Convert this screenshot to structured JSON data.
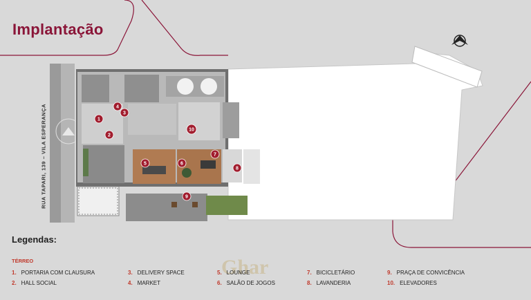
{
  "title": "Implantação",
  "street_label": "RUA TAPARI, 139 – VILA ESPERANÇA",
  "legend": {
    "title": "Legendas:",
    "section": "TÉRREO",
    "items": [
      {
        "num": "1.",
        "label": "PORTARIA COM CLAUSURA"
      },
      {
        "num": "2.",
        "label": "HALL SOCIAL"
      },
      {
        "num": "3.",
        "label": "DELIVERY SPACE"
      },
      {
        "num": "4.",
        "label": "MARKET"
      },
      {
        "num": "5.",
        "label": "LOUNGE"
      },
      {
        "num": "6.",
        "label": "SALÃO DE JOGOS"
      },
      {
        "num": "7.",
        "label": "BICICLETÁRIO"
      },
      {
        "num": "8.",
        "label": "LAVANDERIA"
      },
      {
        "num": "9.",
        "label": "PRAÇA DE CONVICÊNCIA"
      },
      {
        "num": "10.",
        "label": "ELEVADORES"
      }
    ]
  },
  "markers": [
    "1",
    "2",
    "3",
    "4",
    "5",
    "6",
    "7",
    "8",
    "9",
    "10"
  ],
  "watermark": "Ghar",
  "colors": {
    "accent": "#8a1538",
    "marker": "#a11d2e",
    "background": "#d9d9d9"
  }
}
